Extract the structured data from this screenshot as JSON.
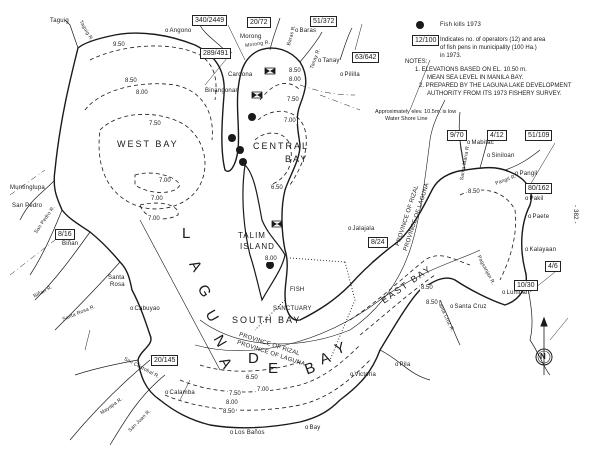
{
  "legend": {
    "fish_kills_label": "Fish kills 1973",
    "sample_box": "12/100",
    "sample_desc_line1": "Indicates no. of operators (12) and area",
    "sample_desc_line2": "of fish pens in municipality (100 Ha.)",
    "sample_desc_line3": "in 1973.",
    "notes_title": "NOTES:",
    "note1_line1": "1. ELEVATIONS BASED ON EL. 10.50 m.",
    "note1_line2": "MEAN SEA LEVEL IN MANILA BAY.",
    "note2_line1": "2. PREPARED BY THE LAGUNA LAKE DEVELOPMENT",
    "note2_line2": "AUTHORITY FROM ITS 1973 FISHERY SURVEY."
  },
  "annotation": {
    "shore_line1": "Approximately elev. 10.5m. is low",
    "shore_line2": "Water Shore Line"
  },
  "page_number": "- 382 -",
  "lake": {
    "name": [
      "L",
      "A",
      "G",
      "U",
      "N",
      "A"
    ],
    "de": [
      "D",
      "E"
    ],
    "bay": [
      "B",
      "A",
      "Y"
    ]
  },
  "bays": {
    "west": "WEST BAY",
    "central_1": "CENTRAL",
    "central_2": "BAY",
    "south": "SOUTH BAY",
    "east": "EAST BAY"
  },
  "island": {
    "line1": "TALIM",
    "line2": "ISLAND"
  },
  "sanctuary": {
    "line1": "FISH",
    "line2": "SANCTUARY"
  },
  "provinces": {
    "rizal_laguna_1": "PROVINCE OF RIZAL",
    "rizal_laguna_2": "PROVINCE OF LAGUNA"
  },
  "towns": {
    "taguig": "Taguig",
    "angono": "Angono",
    "binangonan": "Binangonan",
    "cardona": "Cardona",
    "morong": "Morong",
    "baras": "Baras",
    "tanay": "Tanay",
    "pililla": "Pililla",
    "jalajala": "Jalajala",
    "mabitac": "Mabitac",
    "siniloan": "Siniloan",
    "pangil": "Pangil",
    "pakil": "Pakil",
    "paete": "Paete",
    "kalayaan": "Kalayaan",
    "lumban": "Lumban",
    "santa_cruz": "Santa Cruz",
    "pila": "Pila",
    "victoria": "Victoria",
    "bay": "Bay",
    "los_banos": "Los Baños",
    "calamba": "Calamba",
    "cabuyao": "Cabuyao",
    "santa_rosa_1": "Santa",
    "santa_rosa_2": "Rosa",
    "binan": "Biñan",
    "san_pedro": "San Pedro",
    "muntinglupa": "Muntinglupa"
  },
  "rivers": {
    "taguig": "Taguig R.",
    "morong": "Morong R.",
    "baras": "Baras R.",
    "tanay": "Tanay R.",
    "pangil": "Pangil R.",
    "santa_maria": "Santa Maria R.",
    "pagsanjan": "Pagsanjan R.",
    "santa_cruz": "Santa Cruz R.",
    "san_pedro": "San Pedro R.",
    "binan": "Biñan R.",
    "santa_rosa": "Santa Rosa R.",
    "san_cristobal": "San Cristobal R.",
    "mayapa": "Mayapa R.",
    "san_juan": "San Juan R."
  },
  "fishpens": [
    {
      "id": "angono",
      "value": "340/2449"
    },
    {
      "id": "morong",
      "value": "20/72"
    },
    {
      "id": "baras",
      "value": "51/372"
    },
    {
      "id": "binangonan",
      "value": "289/491"
    },
    {
      "id": "pililla",
      "value": "63/642"
    },
    {
      "id": "mabitac",
      "value": "9/70"
    },
    {
      "id": "siniloan",
      "value": "4/12"
    },
    {
      "id": "pangil",
      "value": "51/109"
    },
    {
      "id": "pakil",
      "value": "80/162"
    },
    {
      "id": "jalajala",
      "value": "8/24"
    },
    {
      "id": "kalayaan",
      "value": "4/6"
    },
    {
      "id": "lumban",
      "value": "10/30"
    },
    {
      "id": "binan",
      "value": "8/16"
    },
    {
      "id": "calamba",
      "value": "20/145"
    }
  ],
  "contours": {
    "c950": "9.50",
    "c850": "8.50",
    "c800": "8.00",
    "c750": "7.50",
    "c700": "7.00",
    "c650": "6.50"
  },
  "compass": {
    "letter": "N"
  }
}
